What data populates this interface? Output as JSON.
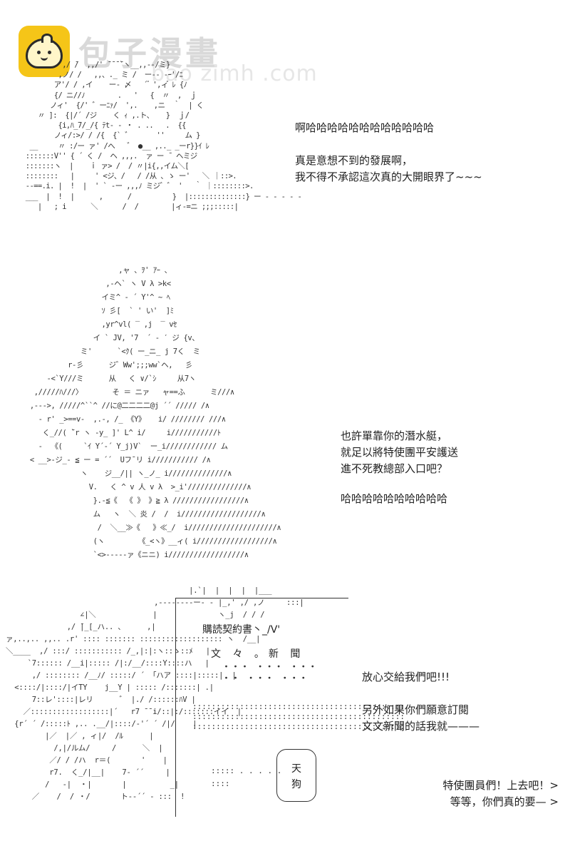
{
  "watermark": {
    "logo_text": "包子漫畫",
    "url_text": "bao zimh .com"
  },
  "panel1": {
    "art": "          ,/ ̄/  ,,/' ̄ ̄ ̄ ̄`ヽ__,,--/ミ}\n         ,ノ/ /   ,,、._ ミ /  ー‐- -ｰ'/ﾆ\n        ア'/ / ,イ    ー- 〆   ´ ゙ ',ィ゙ ﾚ {ﾉ\n        {/ ニ//ﾉ        .   '   {  〃  ,  ｊ\n       ノィ'  {/' ゛ーﾆｧ/  ',.    ,ニ  ｀  | く\n    〃 ]:  {|/´ /ジ    く ｨ ,.ト、   }  ｊ/\n         {i,ﾊ_7/_/{ ﾃt‐ ‐ ・ . ..   .  {{\n        ノィ/:>/ / /{  {` ゛      ''     ム }\n  __     〃 :/ー ァ' /へ   ゛ ●__ ,.._ _ーr}}ｲ ﾚ\n :::::::V'' { ´ く /  ヘ ,,,.  ァ ー ̄  ヘミジ\n :::::::ヽ  |    ｉ ァ> /  / 〃|i{,,イム＼[\n ::::::::   |     ' <ジ、/   / /从 、ゝ ー'   ＼ ｜::>.\n --==.i. |  !  |  ' ` ‐ー ,,,ﾉ ミジ゛゛ '   ｀ ｜::::::::>.\n ___  |  !  |      ,      /          }  |::::::::::::::} ー ‐ ‐ ‐ ‐ ‐\n    |   ; i      ＼      /  /        |ィ‐=ニ ;;;:::::|",
    "dialog_a": "啊哈哈哈哈哈哈哈哈哈哈哈哈",
    "dialog_b": [
      "真是意想不到的發展啊，",
      "我不得不承認這次真的大開眼界了~~~"
    ]
  },
  "panel2": {
    "art": "                       ,ャ 、ｦ' ｱｰ 、\n                    ,‐ヘ` ヽ V λ >k<\n                   イミ^ ‐ ´ Y'^ ~ ﾍ\n                   ｿ 彡[  ` ' い'  ]ﾐ\n                   ,yr^vl( ‾ ,j  ‾ vｾ\n                 イ ` JV, '7  ´ ‐ ′ ジ {v、\n              ミ'      `<ｸ( ー_ニ_ j 7く  ミ\n           r‐彡      ジ゛Ww';;;ww`ヘ,   彡\n      ‐<`Y///ミ      从   く ∨/`ｼ     从7ヽ\n   ,/////ﾊ///〉       そ ＝ ニァ   ャ==ふ      ミ///∧\n  ,‐‐‐>, /////^``^ //に@二二二二@j ´´ ///// /∧\n    ‐ r' _>==v‐  ,.-, /_ 《Y》   i/ //////// ///∧\n     く_//( ̄`r ヽ -y_ ]' L^ i/     i///////////ﾄ\n    -  《(     `ｲ Y´-´ Y_j)V`  ー_i//////////// ム\n  < __>‐ジ_‐ ≦ ー = ´´  Uフ¯リ i/////////// /∧\n              ヽ    ジ__/|| ヽ_ノ_ i//////////////∧\n                V.   く ^ v 人 v λ  >_i'//////////////∧\n                 }.‐≦《  《 》 》≧ λ /////////////////∧\n                 ム   ヽ  ＼ 炎 /  /  i///////////////////∧\n                  /  ＼__≫《   》≪_/  i/////////////////////∧\n                 (ヽ        《_<ヽ》__ィ( i//////////////////∧\n                 `<>‐‐‐‐‐ァ《ニニ) i//////////////////∧",
    "dialog_a": [
      "也許單靠你的潛水艇，",
      "就足以將特使團平安護送",
      "進不死教總部入口吧？"
    ],
    "dialog_b": "哈哈哈哈哈哈哈哈哈哈"
  },
  "panel3": {
    "art": "                                          |.`|  |  |  |  |___\n                                  ,‐‐‐‐‐‐‐‐ー‐ ‐ |_,' ,/ ,ノ     :::|\n                 ∠|＼             |              ヽ_j  / / /\n              ,/ ̄|_[_ハ.. 、     ,|\nァ,..,.. ,,.. .r' :::: ::::::: ::::::::::::::::::: ヽ  /__|\n＼____  ,/ :::/ ::::::::::: /_,|:|:ヽ::ゝ::ﾒ   |\n     `7:::::: /__i|::::: /|:/__/::::Y::::ハ   |\n      ,/ :::::::: /__ﾉ/ :::::/ ´ 「ハア ::::|:::::|  |\n  <::::/|::::/|イTY    j__Y | ::::: /:::::::| .|\n      7::レ'::::|レリ      ゛ |./ /::::::ﾊV |\n    ／::::::::::::::::::|´   r7 ̄ ̄ i/::|:/:::::::イイ  |\n  {r´ ´ /:::::ﾄ ,.. .__/|::::/‐'´ ´ /|/    |\n         |／  |／ , ィ|/  /ﾙ      |\n           /,|/ルム/     /      ＼  |\n          ／/ / /ハ  r＝(       '    |\n          r7.  く_/|__|    7‐ ´´     |\n         /   ‐|  ・|       |          _|\n      ／    /  / ・/       ト‐‐´´ ‐ :::  !",
    "sign_title": "購読契約書丶_/V'",
    "sign_name": "文 々 。新 聞",
    "dots_top": "・・・ ・・・ ・・・\n・・ ・・・ ・・・",
    "dots_mid": ":::::::::::::::::::::::::::::::::::::::::::::\n:::::::::::::::::::::::::::::::::::::::::::::\n:::::::::::::::::::::::::::::::::::::::::::::",
    "dots_low": "::::: . . . . .\n::::",
    "stamp_line1": "天",
    "stamp_line2": "狗",
    "dialog_a": "放心交給我們吧!!!",
    "dialog_b": [
      "另外如果你們願意訂閱",
      "文文新聞的話我就———"
    ],
    "dialog_c": [
      "特使團員們！上去吧！>",
      "等等，你們真的要— >"
    ]
  }
}
